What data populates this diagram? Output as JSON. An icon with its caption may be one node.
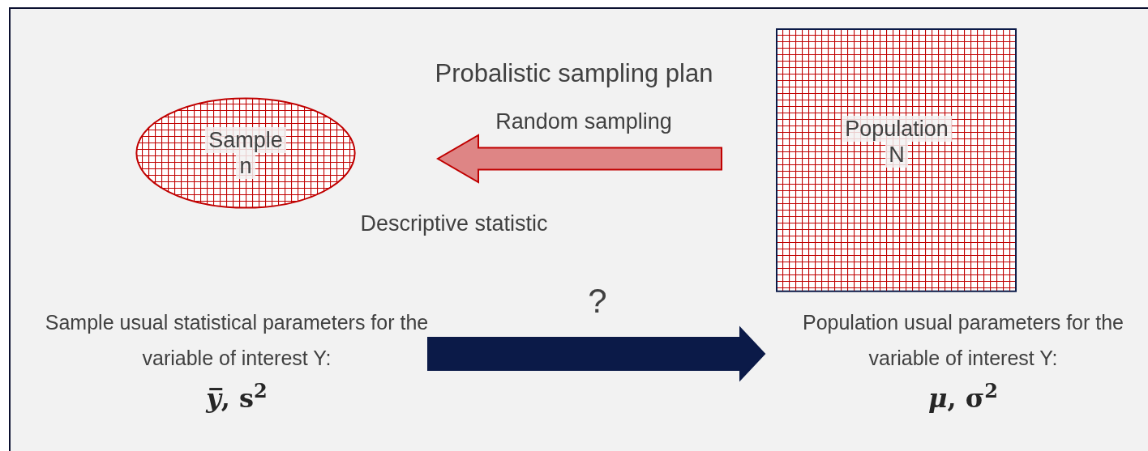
{
  "diagram": {
    "nodes": [
      {
        "text": [
          "Sample",
          "n"
        ]
      },
      {
        "text": [
          "Population",
          "N"
        ]
      },
      {
        "text": [
          "Sample usual statistical parameters for the variable of interest Y:",
          "*y̅*, s$^{2}$"
        ]
      },
      {
        "text": [
          "Population usual parameters for the variable of interest Y:",
          "*μ*, σ$^{2}$"
        ]
      }
    ],
    "edges": [
      {
        "from": 1,
        "to": 0,
        "arrow": "to",
        "label": "Random sampling",
        "style": "thick",
        "color": "#de8585"
      },
      {
        "from": 2,
        "to": 3,
        "arrow": "to",
        "label": "?",
        "style": "thick",
        "color": "#0b1a48"
      }
    ],
    "labels": [
      "Probalistic sampling plan",
      "Descriptive statistic"
    ]
  }
}
